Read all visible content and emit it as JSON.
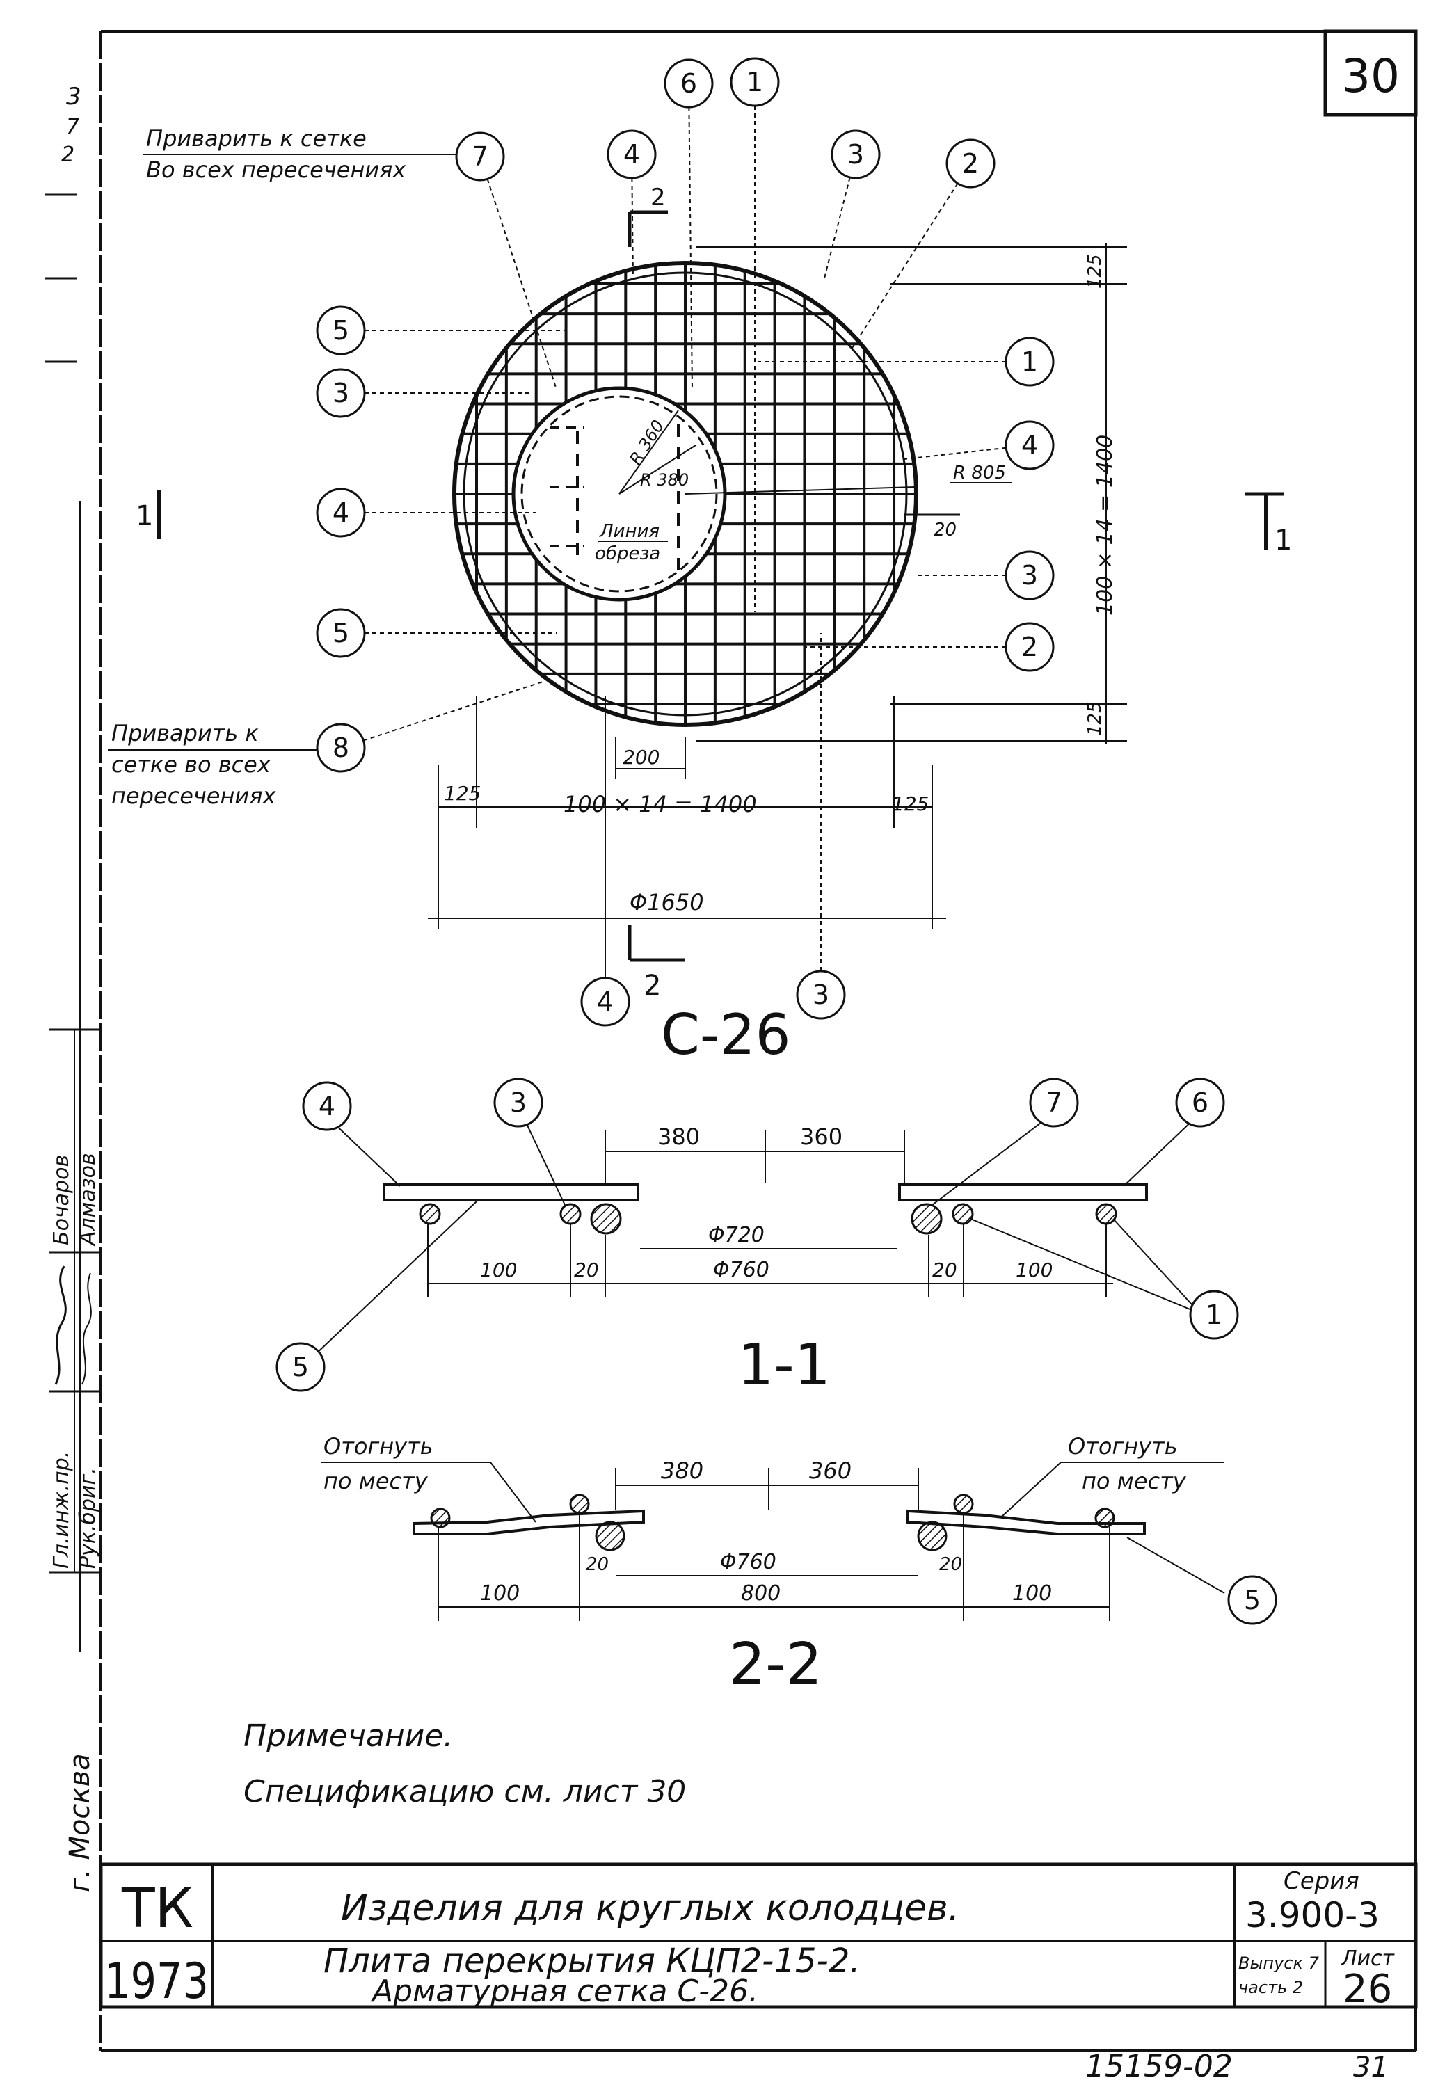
{
  "sheet_number_top": "30",
  "left_margin": {
    "marks": [
      "3",
      "7",
      "2"
    ],
    "signature_roles": [
      "Гл.инж.пр.",
      "Рук.бриг."
    ],
    "signature_names": [
      "Бочаров",
      "Алмазов"
    ],
    "city": "г. Москва"
  },
  "plan": {
    "note_top": [
      "Приварить к сетке",
      "Во всех пересечениях"
    ],
    "note_bottom": [
      "Приварить к",
      "сетке во всех",
      "пересечениях"
    ],
    "cut_label": [
      "Линия",
      "обреза"
    ],
    "radii": [
      "R 360",
      "R 380",
      "R 805"
    ],
    "dims": {
      "edge_top": "125",
      "edge_bottom": "125",
      "grid_vertical": "100 × 14 = 1400",
      "grid_horizontal": "100 × 14 = 1400",
      "edge_left": "125",
      "edge_right": "125",
      "offset": "20",
      "spacing": "200",
      "diameter": "Φ1650"
    },
    "section_marks": [
      "1",
      "1",
      "2",
      "2"
    ],
    "callouts": [
      "1",
      "2",
      "3",
      "4",
      "5",
      "6",
      "7",
      "8"
    ],
    "title": "С-26"
  },
  "section_1": {
    "dims": [
      "380",
      "360",
      "Φ720",
      "Φ760",
      "100",
      "20",
      "20",
      "100"
    ],
    "callouts": [
      "4",
      "3",
      "7",
      "6",
      "5",
      "1"
    ],
    "title": "1-1"
  },
  "section_2": {
    "notes": [
      "Отогнуть",
      "по месту",
      "Отогнуть",
      "по месту"
    ],
    "dims": [
      "380",
      "360",
      "Φ760",
      "20",
      "20",
      "100",
      "800",
      "100"
    ],
    "callouts": [
      "5"
    ],
    "title": "2-2"
  },
  "note": {
    "heading": "Примечание.",
    "text": "Спецификацию   см.   лист  30"
  },
  "title_block": {
    "org": "ТК",
    "year": "1973",
    "title1": "Изделия  для  круглых  колодцев.",
    "title2": "Плита  перекрытия  КЦП2-15-2.",
    "title3": "Арматурная  сетка   С-26.",
    "series_label": "Серия",
    "series": "3.900-3",
    "issue_label": "Выпуск 7",
    "part_label": "часть 2",
    "sheet_label": "Лист",
    "sheet": "26"
  },
  "footer": {
    "doc_number": "15159-02",
    "page": "31"
  }
}
